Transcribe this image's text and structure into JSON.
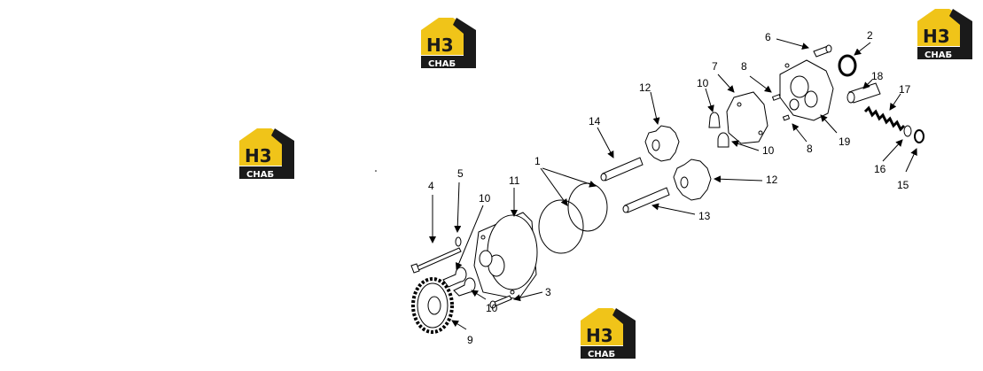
{
  "watermark": {
    "top": "Н3",
    "bottom": "СНАБ",
    "color": "#f0c419",
    "dark": "#1a1a1a"
  },
  "callouts": [
    "1",
    "2",
    "3",
    "4",
    "5",
    "6",
    "7",
    "8",
    "8",
    "9",
    "10",
    "10",
    "10",
    "10",
    "11",
    "12",
    "12",
    "13",
    "14",
    "15",
    "16",
    "17",
    "18",
    "19"
  ]
}
